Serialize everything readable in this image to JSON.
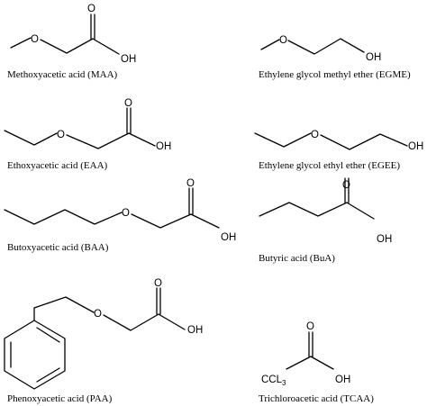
{
  "atoms": {
    "oxygen": "O",
    "hydroxyl": "OH",
    "ccl3_main": "CCL",
    "ccl3_sub": "3"
  },
  "structures": [
    {
      "id": "maa",
      "caption": "Methoxyacetic acid (MAA)"
    },
    {
      "id": "egme",
      "caption": "Ethylene glycol methyl ether (EGME)"
    },
    {
      "id": "eaa",
      "caption": "Ethoxyacetic acid (EAA)"
    },
    {
      "id": "egee",
      "caption": "Ethylene glycol ethyl ether (EGEE)"
    },
    {
      "id": "baa",
      "caption": "Butoxyacetic acid (BAA)"
    },
    {
      "id": "bua",
      "caption": "Butyric acid (BuA)"
    },
    {
      "id": "paa",
      "caption": "Phenoxyacetic acid (PAA)"
    },
    {
      "id": "tcaa",
      "caption": "Trichloroacetic acid (TCAA)"
    }
  ]
}
